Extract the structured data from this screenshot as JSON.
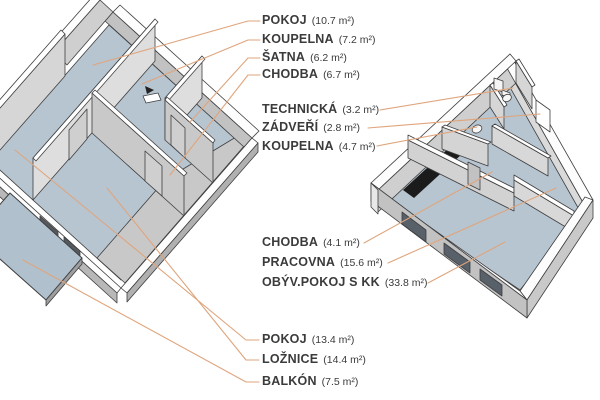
{
  "colors": {
    "leader_line": "#dfa57d",
    "floor_fill": "#b7c5d1",
    "wall_light": "#dedede",
    "wall_outline": "#3f3f3f",
    "stairs_fill": "#1b1b1b",
    "label_text": "#3b3b3b"
  },
  "labels": {
    "upper_top": [
      {
        "name": "POKOJ",
        "area": "(10.7 m²)"
      },
      {
        "name": "KOUPELNA",
        "area": "(7.2 m²)"
      },
      {
        "name": "ŠATNA",
        "area": "(6.2 m²)"
      },
      {
        "name": "CHODBA",
        "area": "(6.7 m²)"
      }
    ],
    "ground_entry": [
      {
        "name": "TECHNICKÁ",
        "area": "(3.2 m²)"
      },
      {
        "name": "ZÁDVEŘÍ",
        "area": "(2.8 m²)"
      },
      {
        "name": "KOUPELNA",
        "area": "(4.7 m²)"
      }
    ],
    "ground_main": [
      {
        "name": "CHODBA",
        "area": "(4.1 m²)"
      },
      {
        "name": "PRACOVNA",
        "area": "(15.6 m²)"
      },
      {
        "name": "OBÝV.POKOJ S KK",
        "area": "(33.8 m²)"
      }
    ],
    "upper_bottom": [
      {
        "name": "POKOJ",
        "area": "(13.4 m²)"
      },
      {
        "name": "LOŽNICE",
        "area": "(14.4 m²)"
      },
      {
        "name": "BALKÓN",
        "area": "(7.5 m²)"
      }
    ]
  }
}
